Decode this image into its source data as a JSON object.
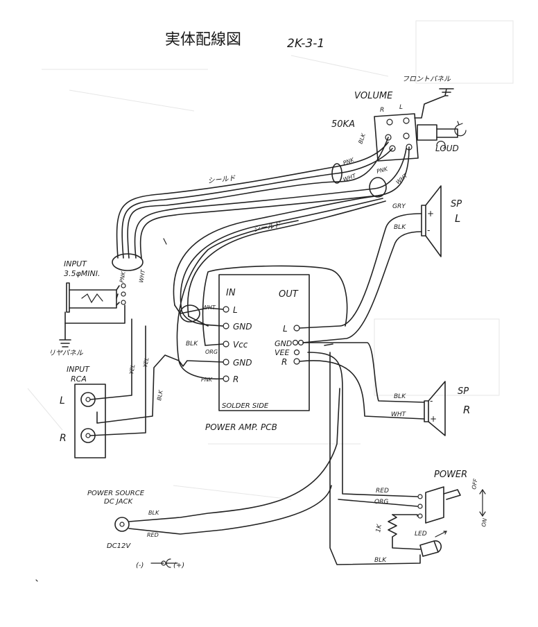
{
  "title": "実体配線図",
  "code": "2K-3-1",
  "volume": {
    "label": "VOLUME",
    "value": "50KA",
    "r": "R",
    "l": "L",
    "blk": "BLK",
    "pnk": "PNK",
    "wht": "WHT",
    "front_panel": "フロントパネル",
    "loud": "LOUD"
  },
  "shield": [
    "シールド",
    "シールド"
  ],
  "input_mini": {
    "title": "INPUT",
    "sub": "3.5φMINI.",
    "rear_panel": "リヤパネル",
    "pnk": "PNK",
    "wht": "WHT"
  },
  "input_rca": {
    "title": "INPUT",
    "sub": "RCA",
    "l": "L",
    "r": "R",
    "yel1": "YEL",
    "yel2": "YEL",
    "blk": "BLK"
  },
  "pcb": {
    "in": "IN",
    "out": "OUT",
    "pins_in": [
      "L",
      "GND",
      "Vcc",
      "GND",
      "R"
    ],
    "pins_out": [
      "L",
      "GND",
      "VEE",
      "R"
    ],
    "solder_side": "SOLDER SIDE",
    "caption": "POWER AMP. PCB",
    "wire_wht": "WHT",
    "wire_blk": "BLK",
    "wire_org": "ORG",
    "wire_pnk": "PNK"
  },
  "sp_l": {
    "label": "SP",
    "ch": "L",
    "gry": "GRY",
    "blk": "BLK",
    "plus": "+",
    "minus": "-"
  },
  "sp_r": {
    "label": "SP",
    "ch": "R",
    "blk": "BLK",
    "wht": "WHT",
    "plus": "+",
    "minus": "-"
  },
  "power": {
    "label": "POWER",
    "off": "OFF",
    "on": "ON",
    "red": "RED",
    "org": "ORG",
    "res": "1K",
    "led": "LED",
    "blk": "BLK"
  },
  "power_source": {
    "title": "POWER SOURCE",
    "sub": "DC JACK",
    "voltage": "DC12V",
    "blk": "BLK",
    "red": "RED",
    "polarity_minus": "(-)",
    "polarity_plus": "(+)"
  }
}
